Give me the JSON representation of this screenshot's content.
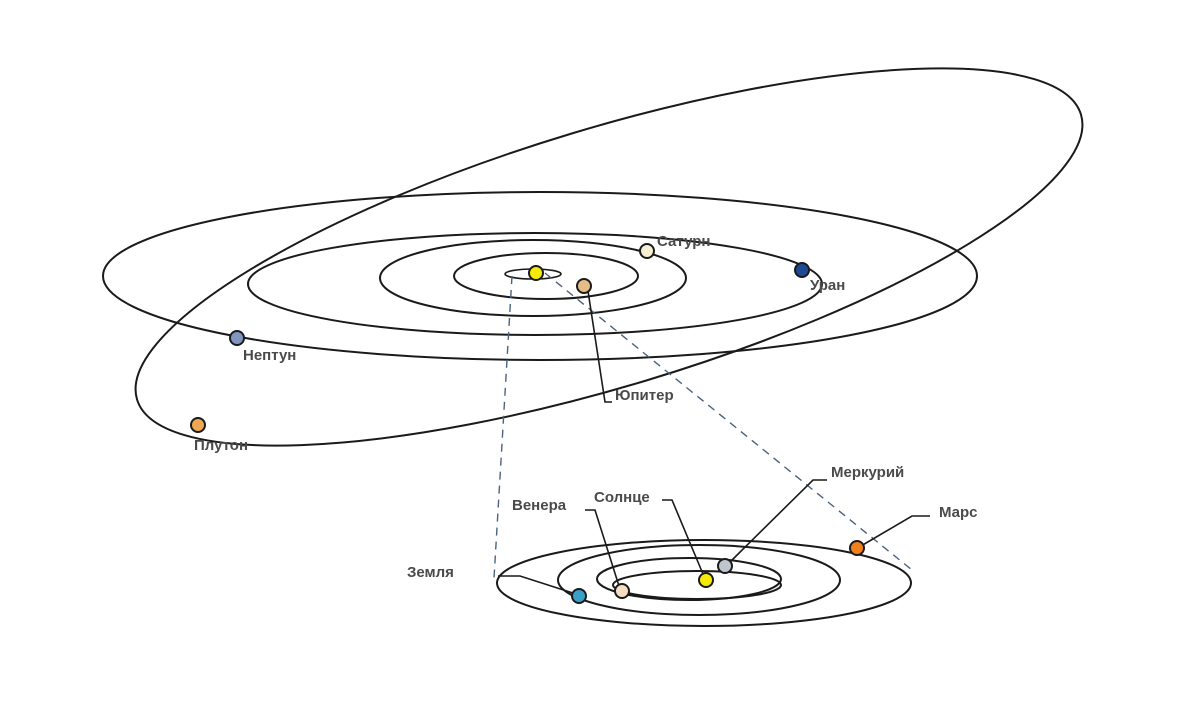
{
  "labels": {
    "saturn": "Сатурн",
    "uranus": "Уран",
    "neptune": "Нептун",
    "jupiter": "Юпитер",
    "pluto": "Плутон",
    "mercury": "Меркурий",
    "venus": "Венера",
    "sun": "Солнце",
    "mars": "Марс",
    "earth": "Земля"
  },
  "colors": {
    "sun": "#f5e90a",
    "saturn": "#f6f0d2",
    "uranus": "#1e4a94",
    "neptune": "#7f97c0",
    "jupiter": "#e4bc88",
    "pluto": "#f0a850",
    "mercury": "#c0c4cc",
    "venus": "#f6dfc0",
    "mars": "#f07f1c",
    "earth": "#3aa0c8",
    "dashed_connector": "#4a6480"
  }
}
